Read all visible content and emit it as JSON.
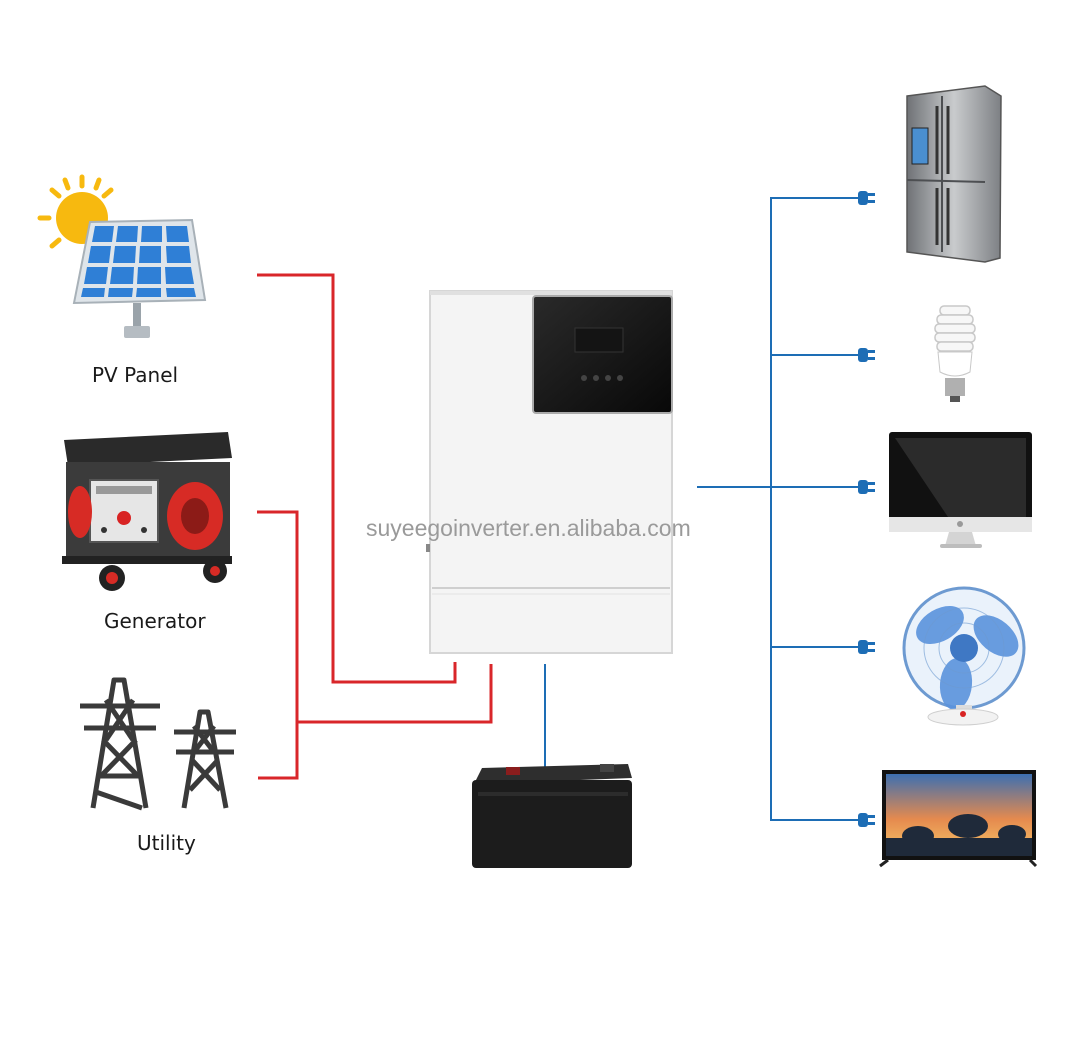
{
  "sources": {
    "pv": {
      "label": "PV Panel",
      "icon": "solar-panel-icon"
    },
    "generator": {
      "label": "Generator",
      "icon": "generator-icon"
    },
    "utility": {
      "label": "Utility",
      "icon": "power-tower-icon"
    }
  },
  "watermark": "suyeegoinverter.en.alibaba.com",
  "center": {
    "inverter_icon": "inverter-icon",
    "battery_icon": "battery-icon"
  },
  "loads": [
    {
      "icon": "refrigerator-icon"
    },
    {
      "icon": "light-bulb-icon"
    },
    {
      "icon": "computer-monitor-icon"
    },
    {
      "icon": "electric-fan-icon"
    },
    {
      "icon": "television-icon"
    }
  ],
  "colors": {
    "source_line": "#d9262a",
    "load_line": "#1d6db5",
    "plug": "#1d6db5"
  }
}
